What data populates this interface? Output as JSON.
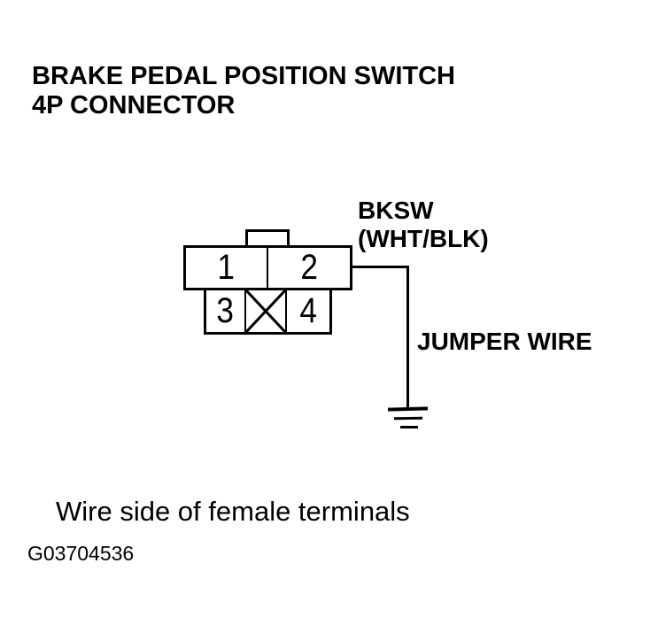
{
  "page": {
    "title_line1": "BRAKE PEDAL POSITION SWITCH",
    "title_line2": "4P CONNECTOR",
    "caption": "Wire side of female terminals",
    "figure_id": "G03704536",
    "colors": {
      "ink": "#000000",
      "background": "#ffffff"
    }
  },
  "diagram": {
    "connector": {
      "terminals": [
        "1",
        "2",
        "3",
        "4"
      ],
      "blocked_cavity_icon": "x-cross"
    },
    "wire_label_line1": "BKSW",
    "wire_label_line2": "(WHT/BLK)",
    "jumper_label": "JUMPER WIRE",
    "ground_icon": "earth-ground-symbol"
  }
}
